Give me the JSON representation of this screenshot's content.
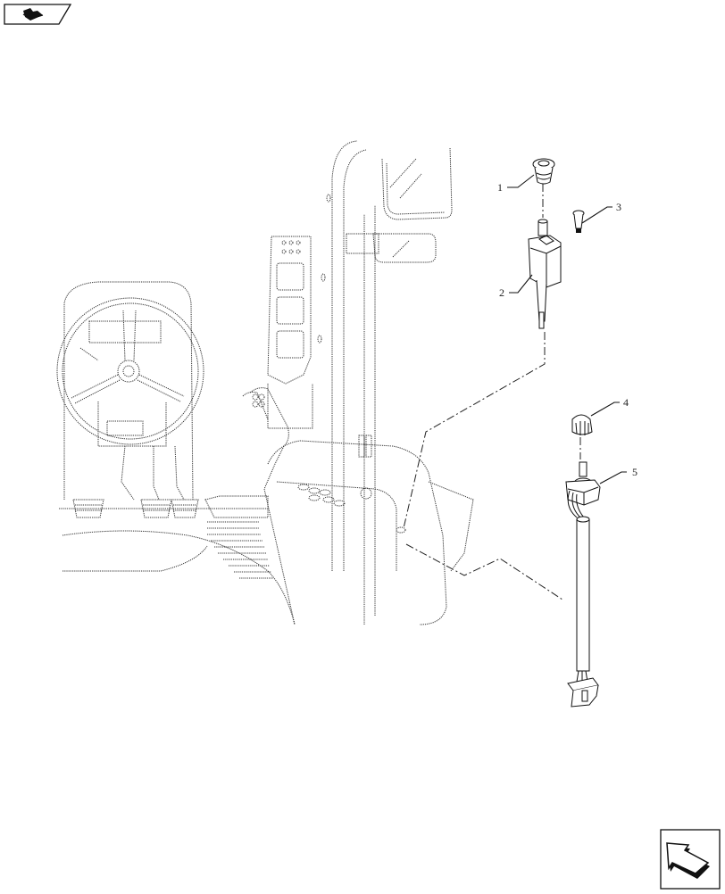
{
  "navigation": {
    "previous_icon": "arrow-back-icon",
    "next_icon": "arrow-forward-icon"
  },
  "diagram": {
    "type": "exploded parts view",
    "subject": "tractor cab interior with switch and potentiometer assembly",
    "callouts": [
      {
        "id": "1",
        "label": "1",
        "part": "knob cap"
      },
      {
        "id": "2",
        "label": "2",
        "part": "push switch with wiring"
      },
      {
        "id": "3",
        "label": "3",
        "part": "plug"
      },
      {
        "id": "4",
        "label": "4",
        "part": "rotary knob"
      },
      {
        "id": "5",
        "label": "5",
        "part": "potentiometer with harness and connector"
      }
    ]
  }
}
